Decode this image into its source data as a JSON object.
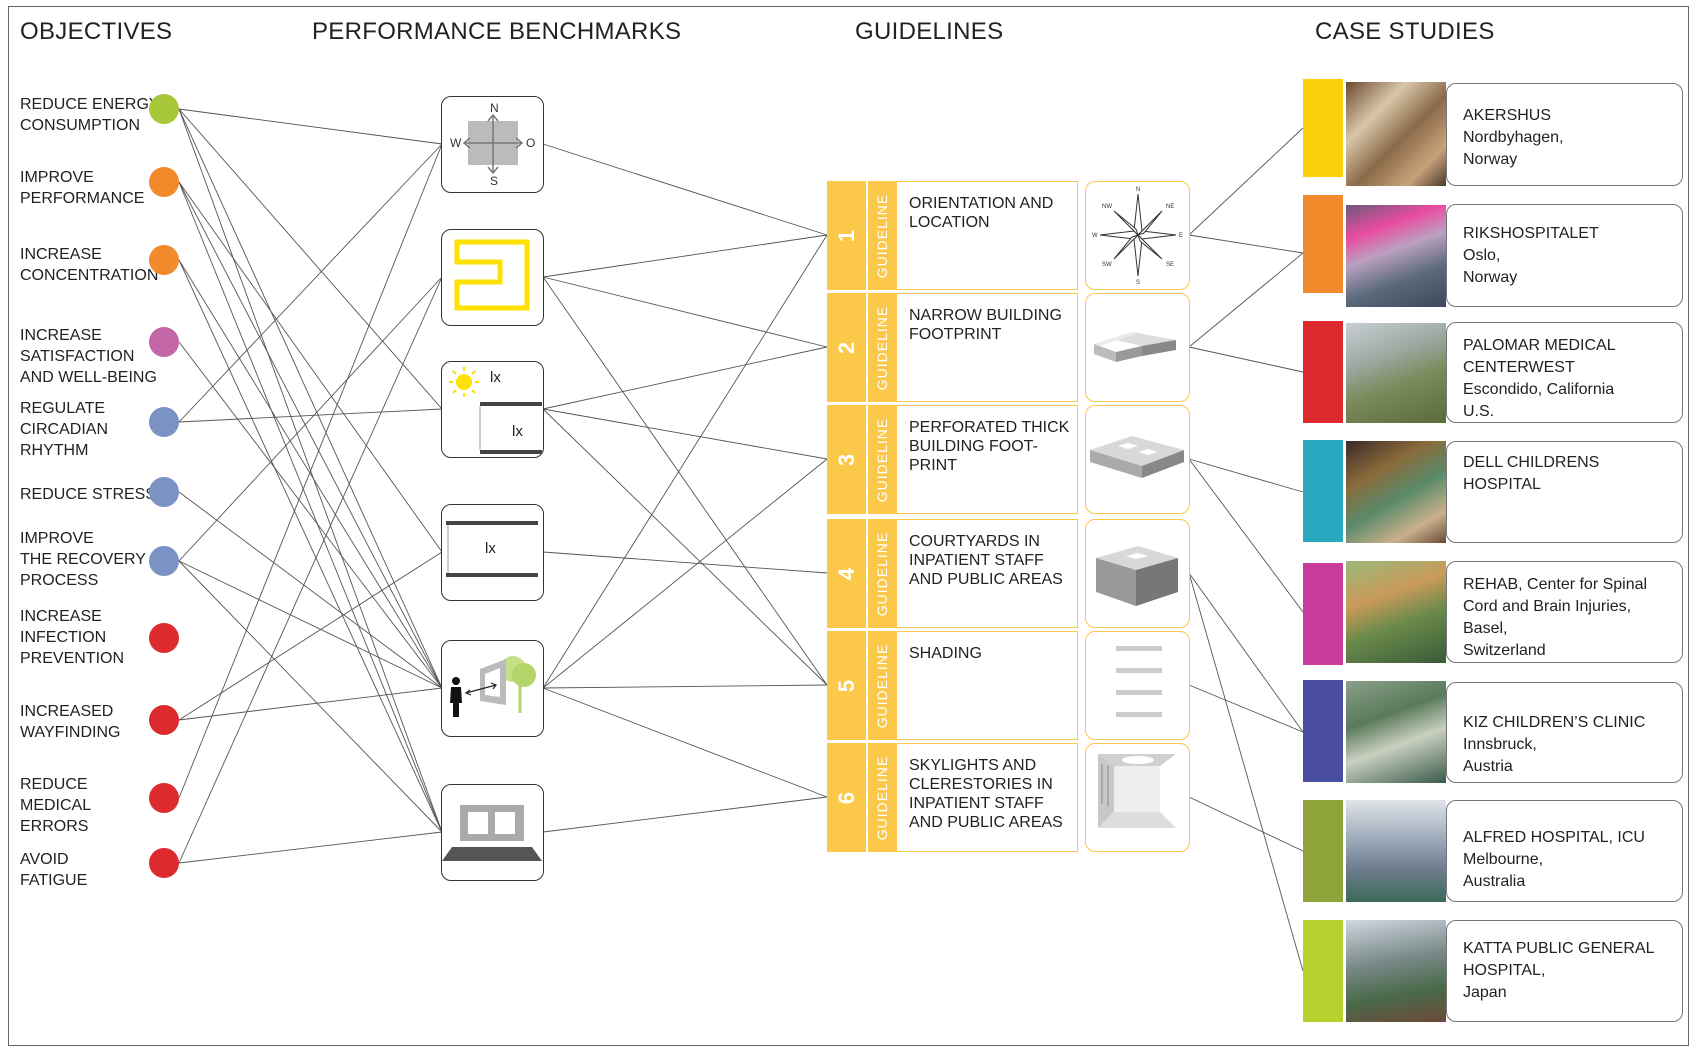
{
  "headers": {
    "objectives": "OBJECTIVES",
    "benchmarks": "PERFORMANCE BENCHMARKS",
    "guidelines": "GUIDELINES",
    "case_studies": "CASE STUDIES"
  },
  "objectives": [
    {
      "label": "REDUCE ENERGY\nCONSUMPTION",
      "color": "#a8c83a"
    },
    {
      "label": "IMPROVE\nPERFORMANCE",
      "color": "#f28a2b"
    },
    {
      "label": "INCREASE\nCONCENTRATION",
      "color": "#f28a2b"
    },
    {
      "label": "INCREASE\nSATISFACTION\nAND WELL-BEING",
      "color": "#c266a8"
    },
    {
      "label": "REGULATE\nCIRCADIAN\nRHYTHM",
      "color": "#7a93c4"
    },
    {
      "label": "REDUCE STRESS",
      "color": "#7a93c4"
    },
    {
      "label": "IMPROVE\nTHE RECOVERY\nPROCESS",
      "color": "#7a93c4"
    },
    {
      "label": "INCREASE\nINFECTION\nPREVENTION",
      "color": "#dc2a2f"
    },
    {
      "label": "INCREASED\nWAYFINDING",
      "color": "#dc2a2f"
    },
    {
      "label": "REDUCE\nMEDICAL\nERRORS",
      "color": "#dc2a2f"
    },
    {
      "label": "AVOID\nFATIGUE",
      "color": "#dc2a2f"
    }
  ],
  "benchmarks": [
    {
      "icon": "compass-orientation-icon",
      "labels": {
        "n": "N",
        "s": "S",
        "w": "W",
        "o": "O"
      }
    },
    {
      "icon": "building-outline-icon"
    },
    {
      "icon": "sun-illuminance-icon",
      "labels": {
        "top": "lx",
        "bottom": "lx"
      }
    },
    {
      "icon": "window-illuminance-icon",
      "labels": {
        "center": "lx"
      }
    },
    {
      "icon": "person-view-icon"
    },
    {
      "icon": "window-frame-icon"
    }
  ],
  "guidelines": [
    {
      "number": "1",
      "tag": "GUIDELINE",
      "title": "ORIENTATION AND\nLOCATION",
      "icon": "compass-rose-icon",
      "compass": [
        "N",
        "NE",
        "E",
        "SE",
        "S",
        "SW",
        "W",
        "NW"
      ]
    },
    {
      "number": "2",
      "tag": "GUIDELINE",
      "title": "NARROW BUILDING\nFOOTPRINT",
      "icon": "l-shaped-building-icon"
    },
    {
      "number": "3",
      "tag": "GUIDELINE",
      "title": "PERFORATED THICK\nBUILDING FOOT-\nPRINT",
      "icon": "perforated-slab-icon"
    },
    {
      "number": "4",
      "tag": "GUIDELINE",
      "title": "COURTYARDS IN\nINPATIENT STAFF\nAND PUBLIC AREAS",
      "icon": "courtyard-block-icon"
    },
    {
      "number": "5",
      "tag": "GUIDELINE",
      "title": "SHADING",
      "icon": "shading-louvers-icon"
    },
    {
      "number": "6",
      "tag": "GUIDELINE",
      "title": "SKYLIGHTS AND\nCLERESTORIES IN\nINPATIENT STAFF\nAND PUBLIC AREAS",
      "icon": "skylight-room-icon"
    }
  ],
  "case_studies": [
    {
      "text": "AKERSHUS\nNordbyhagen,\nNorway",
      "color": "#fcd00a"
    },
    {
      "text": "RIKSHOSPITALET\nOslo,\nNorway",
      "color": "#f28a2b"
    },
    {
      "text": "PALOMAR MEDICAL\nCENTERWEST\nEscondido, California\nU.S.",
      "color": "#dc2a2f"
    },
    {
      "text": "DELL CHILDRENS\nHOSPITAL",
      "color": "#2aa8bf"
    },
    {
      "text": "REHAB, Center for  Spinal\nCord and Brain Injuries,\nBasel,\nSwitzerland",
      "color": "#c73c9a"
    },
    {
      "text": "KIZ CHILDREN’S CLINIC\nInnsbruck,\nAustria",
      "color": "#4a4ea0"
    },
    {
      "text": "ALFRED HOSPITAL, ICU\nMelbourne,\nAustralia",
      "color": "#8ea33a"
    },
    {
      "text": "KATTA PUBLIC GENERAL\nHOSPITAL,\nJapan",
      "color": "#b7d02e"
    }
  ],
  "links": {
    "objective_to_benchmark": [
      [
        0,
        0
      ],
      [
        0,
        2
      ],
      [
        0,
        4
      ],
      [
        0,
        5
      ],
      [
        1,
        3
      ],
      [
        1,
        4
      ],
      [
        1,
        5
      ],
      [
        2,
        4
      ],
      [
        2,
        5
      ],
      [
        3,
        4
      ],
      [
        4,
        0
      ],
      [
        4,
        2
      ],
      [
        5,
        4
      ],
      [
        6,
        1
      ],
      [
        6,
        4
      ],
      [
        6,
        5
      ],
      [
        8,
        3
      ],
      [
        8,
        4
      ],
      [
        9,
        0
      ],
      [
        10,
        1
      ],
      [
        10,
        5
      ]
    ],
    "benchmark_to_guideline": [
      [
        0,
        0
      ],
      [
        1,
        0
      ],
      [
        1,
        1
      ],
      [
        1,
        4
      ],
      [
        2,
        1
      ],
      [
        2,
        2
      ],
      [
        2,
        4
      ],
      [
        3,
        3
      ],
      [
        4,
        0
      ],
      [
        4,
        2
      ],
      [
        4,
        4
      ],
      [
        4,
        5
      ],
      [
        5,
        5
      ]
    ],
    "guideline_to_case": [
      [
        0,
        0
      ],
      [
        0,
        1
      ],
      [
        1,
        1
      ],
      [
        1,
        2
      ],
      [
        2,
        3
      ],
      [
        2,
        4
      ],
      [
        3,
        5
      ],
      [
        3,
        7
      ],
      [
        4,
        5
      ],
      [
        5,
        6
      ]
    ]
  }
}
